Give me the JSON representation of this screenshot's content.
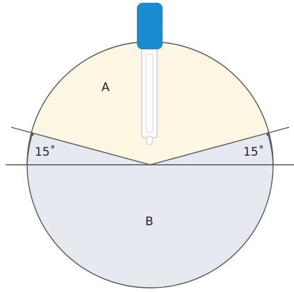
{
  "diagram": {
    "region_top_label": "A",
    "region_bottom_label": "B",
    "angle_left_label": "15˚",
    "angle_right_label": "15˚",
    "angle_degrees": 15
  },
  "colors": {
    "region_top_fill": "#FDF6E3",
    "region_bottom_fill": "#E6EAF0",
    "outline": "#555555",
    "probe_cap": "#1A8CCF",
    "probe_stem": "#FFFFFF"
  }
}
